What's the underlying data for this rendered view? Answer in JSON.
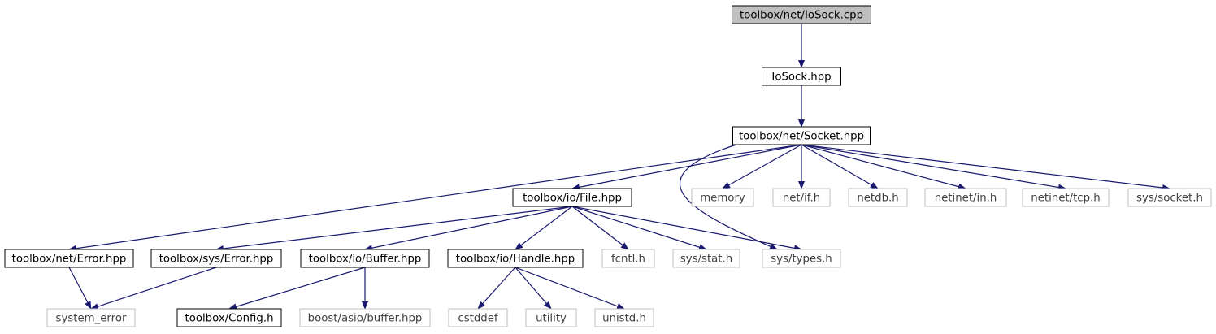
{
  "colors": {
    "edge": "#191970",
    "root_fill": "#bfbfbf",
    "documented_border": "#000000",
    "external_border": "#bfbfbf",
    "background": "#ffffff"
  },
  "nodes": [
    {
      "id": "root",
      "label": "toolbox/net/IoSock.cpp",
      "kind": "root"
    },
    {
      "id": "iosock",
      "label": "IoSock.hpp",
      "kind": "documented"
    },
    {
      "id": "socket",
      "label": "toolbox/net/Socket.hpp",
      "kind": "documented"
    },
    {
      "id": "file",
      "label": "toolbox/io/File.hpp",
      "kind": "documented"
    },
    {
      "id": "memory",
      "label": "memory",
      "kind": "external"
    },
    {
      "id": "netif",
      "label": "net/if.h",
      "kind": "external"
    },
    {
      "id": "netdb",
      "label": "netdb.h",
      "kind": "external"
    },
    {
      "id": "netinetin",
      "label": "netinet/in.h",
      "kind": "external"
    },
    {
      "id": "netinettcp",
      "label": "netinet/tcp.h",
      "kind": "external"
    },
    {
      "id": "syssocket",
      "label": "sys/socket.h",
      "kind": "external"
    },
    {
      "id": "neterror",
      "label": "toolbox/net/Error.hpp",
      "kind": "documented"
    },
    {
      "id": "syserror",
      "label": "toolbox/sys/Error.hpp",
      "kind": "documented"
    },
    {
      "id": "buffer",
      "label": "toolbox/io/Buffer.hpp",
      "kind": "documented"
    },
    {
      "id": "handle",
      "label": "toolbox/io/Handle.hpp",
      "kind": "documented"
    },
    {
      "id": "fcntl",
      "label": "fcntl.h",
      "kind": "external"
    },
    {
      "id": "sysstat",
      "label": "sys/stat.h",
      "kind": "external"
    },
    {
      "id": "systypes",
      "label": "sys/types.h",
      "kind": "external"
    },
    {
      "id": "system_error",
      "label": "system_error",
      "kind": "external"
    },
    {
      "id": "config",
      "label": "toolbox/Config.h",
      "kind": "documented"
    },
    {
      "id": "boostbuf",
      "label": "boost/asio/buffer.hpp",
      "kind": "external"
    },
    {
      "id": "cstddef",
      "label": "cstddef",
      "kind": "external"
    },
    {
      "id": "utility",
      "label": "utility",
      "kind": "external"
    },
    {
      "id": "unistd",
      "label": "unistd.h",
      "kind": "external"
    }
  ],
  "edges": [
    {
      "from": "root",
      "to": "iosock"
    },
    {
      "from": "iosock",
      "to": "socket"
    },
    {
      "from": "socket",
      "to": "neterror"
    },
    {
      "from": "socket",
      "to": "file"
    },
    {
      "from": "socket",
      "to": "systypes",
      "curved": true
    },
    {
      "from": "socket",
      "to": "memory"
    },
    {
      "from": "socket",
      "to": "netif"
    },
    {
      "from": "socket",
      "to": "netdb"
    },
    {
      "from": "socket",
      "to": "netinetin"
    },
    {
      "from": "socket",
      "to": "netinettcp"
    },
    {
      "from": "socket",
      "to": "syssocket"
    },
    {
      "from": "file",
      "to": "syserror"
    },
    {
      "from": "file",
      "to": "buffer"
    },
    {
      "from": "file",
      "to": "handle"
    },
    {
      "from": "file",
      "to": "fcntl"
    },
    {
      "from": "file",
      "to": "sysstat"
    },
    {
      "from": "file",
      "to": "systypes"
    },
    {
      "from": "neterror",
      "to": "system_error"
    },
    {
      "from": "syserror",
      "to": "system_error"
    },
    {
      "from": "buffer",
      "to": "config"
    },
    {
      "from": "buffer",
      "to": "boostbuf"
    },
    {
      "from": "handle",
      "to": "cstddef"
    },
    {
      "from": "handle",
      "to": "utility"
    },
    {
      "from": "handle",
      "to": "unistd"
    }
  ]
}
